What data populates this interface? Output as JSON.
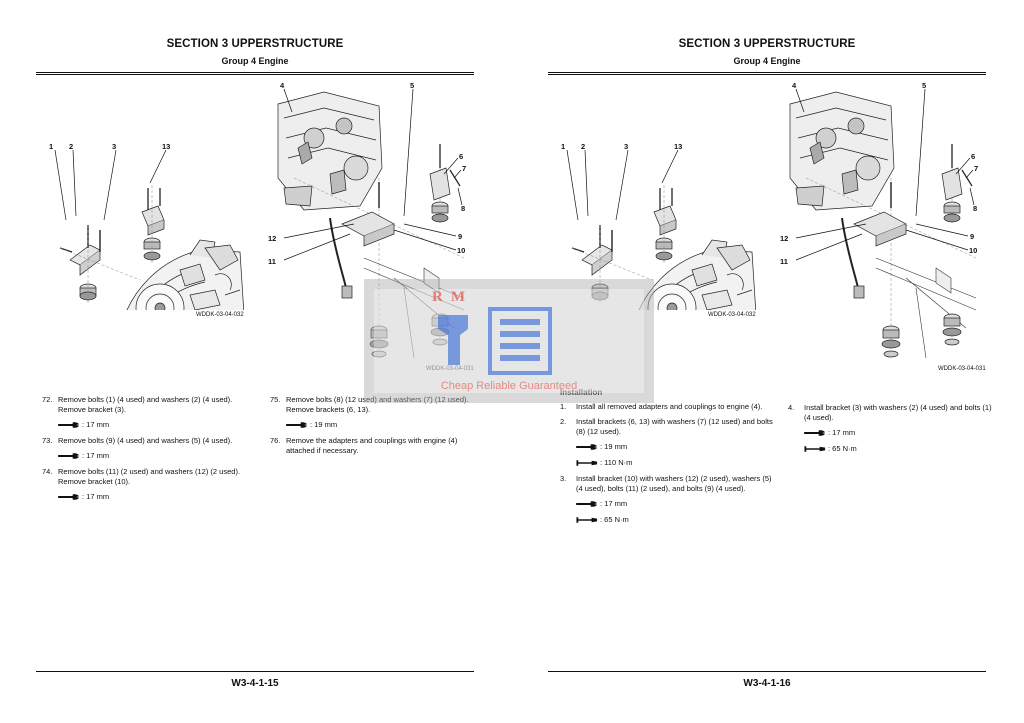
{
  "left_page": {
    "section_title": "SECTION 3 UPPERSTRUCTURE",
    "group_title": "Group 4 Engine",
    "figure_1": {
      "caption": "WDDK-03-04-032",
      "callouts": [
        "1",
        "2",
        "3",
        "13"
      ]
    },
    "figure_2": {
      "caption": "WDDK-03-04-031",
      "callouts": [
        "4",
        "5",
        "6",
        "7",
        "8",
        "9",
        "10",
        "11",
        "12"
      ]
    },
    "col1": [
      {
        "num": "72.",
        "text": "Remove bolts (1) (4 used) and washers (2) (4 used). Remove bracket (3).",
        "specs": [
          {
            "icon": "wrench-icon",
            "value": ": 17 mm"
          }
        ]
      },
      {
        "num": "73.",
        "text": "Remove bolts (9) (4 used) and washers (5) (4 used).",
        "specs": [
          {
            "icon": "wrench-icon",
            "value": ": 17 mm"
          }
        ]
      },
      {
        "num": "74.",
        "text": "Remove bolts (11) (2 used) and washers (12) (2 used). Remove bracket (10).",
        "specs": [
          {
            "icon": "wrench-icon",
            "value": ": 17 mm"
          }
        ]
      }
    ],
    "col2": [
      {
        "num": "75.",
        "text": "Remove bolts (8) (12 used) and washers (7) (12 used). Remove brackets (6, 13).",
        "specs": [
          {
            "icon": "wrench-icon",
            "value": ": 19 mm"
          }
        ]
      },
      {
        "num": "76.",
        "text": "Remove the adapters and couplings with engine (4) attached if necessary.",
        "specs": []
      }
    ],
    "footer": "W3-4-1-15"
  },
  "right_page": {
    "section_title": "SECTION 3 UPPERSTRUCTURE",
    "group_title": "Group 4 Engine",
    "figure_1": {
      "caption": "WDDK-03-04-032",
      "callouts": [
        "1",
        "2",
        "3",
        "13"
      ]
    },
    "figure_2": {
      "caption": "WDDK-03-04-031",
      "callouts": [
        "4",
        "5",
        "6",
        "7",
        "8",
        "9",
        "10",
        "11",
        "12"
      ]
    },
    "heading": "Installation",
    "col1": [
      {
        "num": "1.",
        "text": "Install all removed adapters and couplings to engine (4).",
        "specs": []
      },
      {
        "num": "2.",
        "text": "Install brackets (6, 13) with washers (7) (12 used) and bolts (8) (12 used).",
        "specs": [
          {
            "icon": "wrench-icon",
            "value": ": 19 mm"
          },
          {
            "icon": "torque-wrench-icon",
            "value": ": 110 N·m"
          }
        ]
      },
      {
        "num": "3.",
        "text": "Install bracket (10) with washers (12) (2 used), washers (5) (4 used), bolts (11) (2 used), and bolts (9) (4 used).",
        "specs": [
          {
            "icon": "wrench-icon",
            "value": ": 17 mm"
          },
          {
            "icon": "torque-wrench-icon",
            "value": ": 65 N·m"
          }
        ]
      }
    ],
    "col2": [
      {
        "num": "4.",
        "text": "Install bracket (3) with washers (2) (4 used) and bolts (1) (4 used).",
        "specs": [
          {
            "icon": "wrench-icon",
            "value": ": 17 mm"
          },
          {
            "icon": "torque-wrench-icon",
            "value": ": 65 N·m"
          }
        ]
      }
    ],
    "footer": "W3-4-1-16"
  },
  "watermark": {
    "logo_text": "RM",
    "tagline": "Cheap Reliable Guaranteed"
  }
}
